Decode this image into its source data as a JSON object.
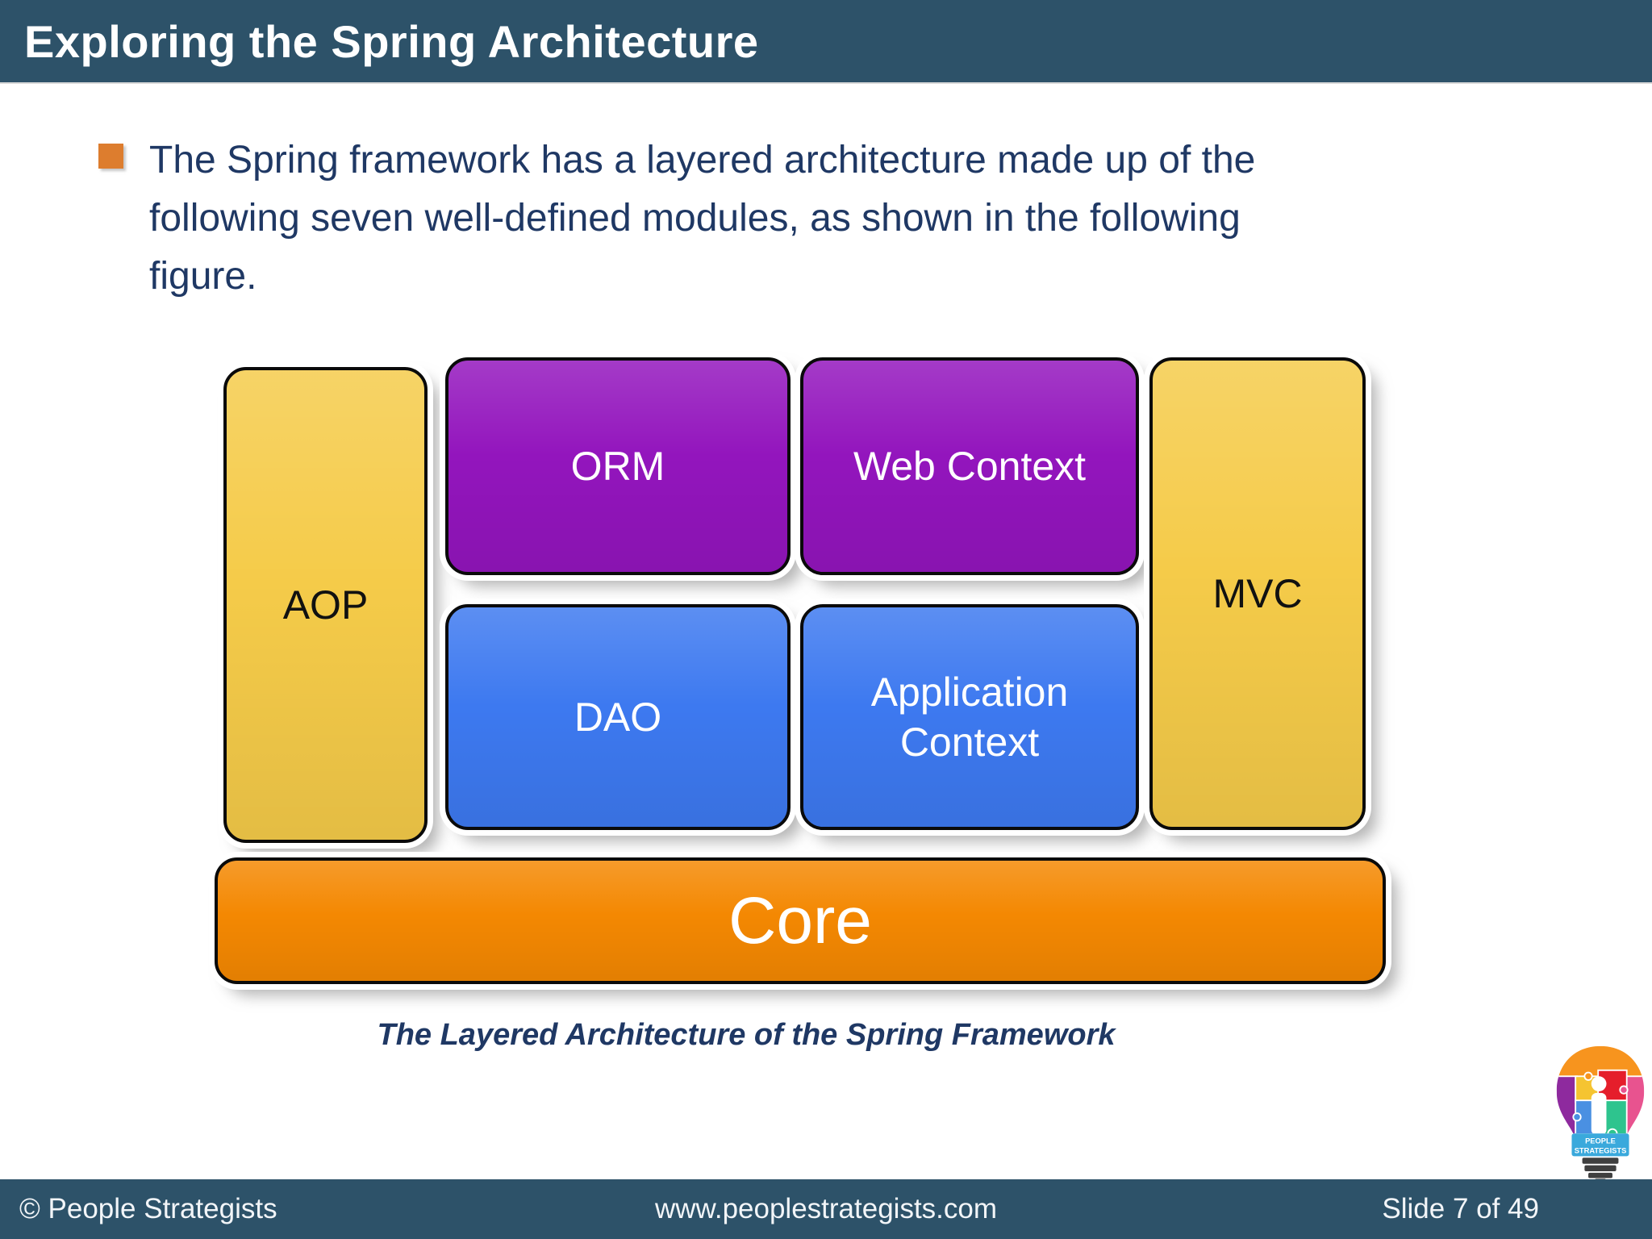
{
  "theme": {
    "header_bg": "#2D5269",
    "text_navy": "#1F3864",
    "bullet_orange": "#DD7D2E",
    "module_yellow": "#F5CB49",
    "module_purple": "#9315BD",
    "module_blue": "#3D79F0",
    "module_orange": "#F48802"
  },
  "header": {
    "title": "Exploring the Spring Architecture"
  },
  "body": {
    "bullet_lines": [
      "The Spring framework has a layered architecture made up of the",
      "following seven well-defined modules, as shown in the following",
      "figure."
    ]
  },
  "diagram": {
    "modules": {
      "aop": "AOP",
      "orm": "ORM",
      "web_context": "Web Context",
      "dao": "DAO",
      "application_context": "Application Context",
      "mvc": "MVC",
      "core": "Core"
    },
    "caption": "The Layered Architecture of the Spring Framework"
  },
  "logo": {
    "line1": "PEOPLE",
    "line2": "STRATEGISTS"
  },
  "footer": {
    "left": "© People Strategists",
    "center": "www.peoplestrategists.com",
    "right": "Slide 7 of 49"
  }
}
